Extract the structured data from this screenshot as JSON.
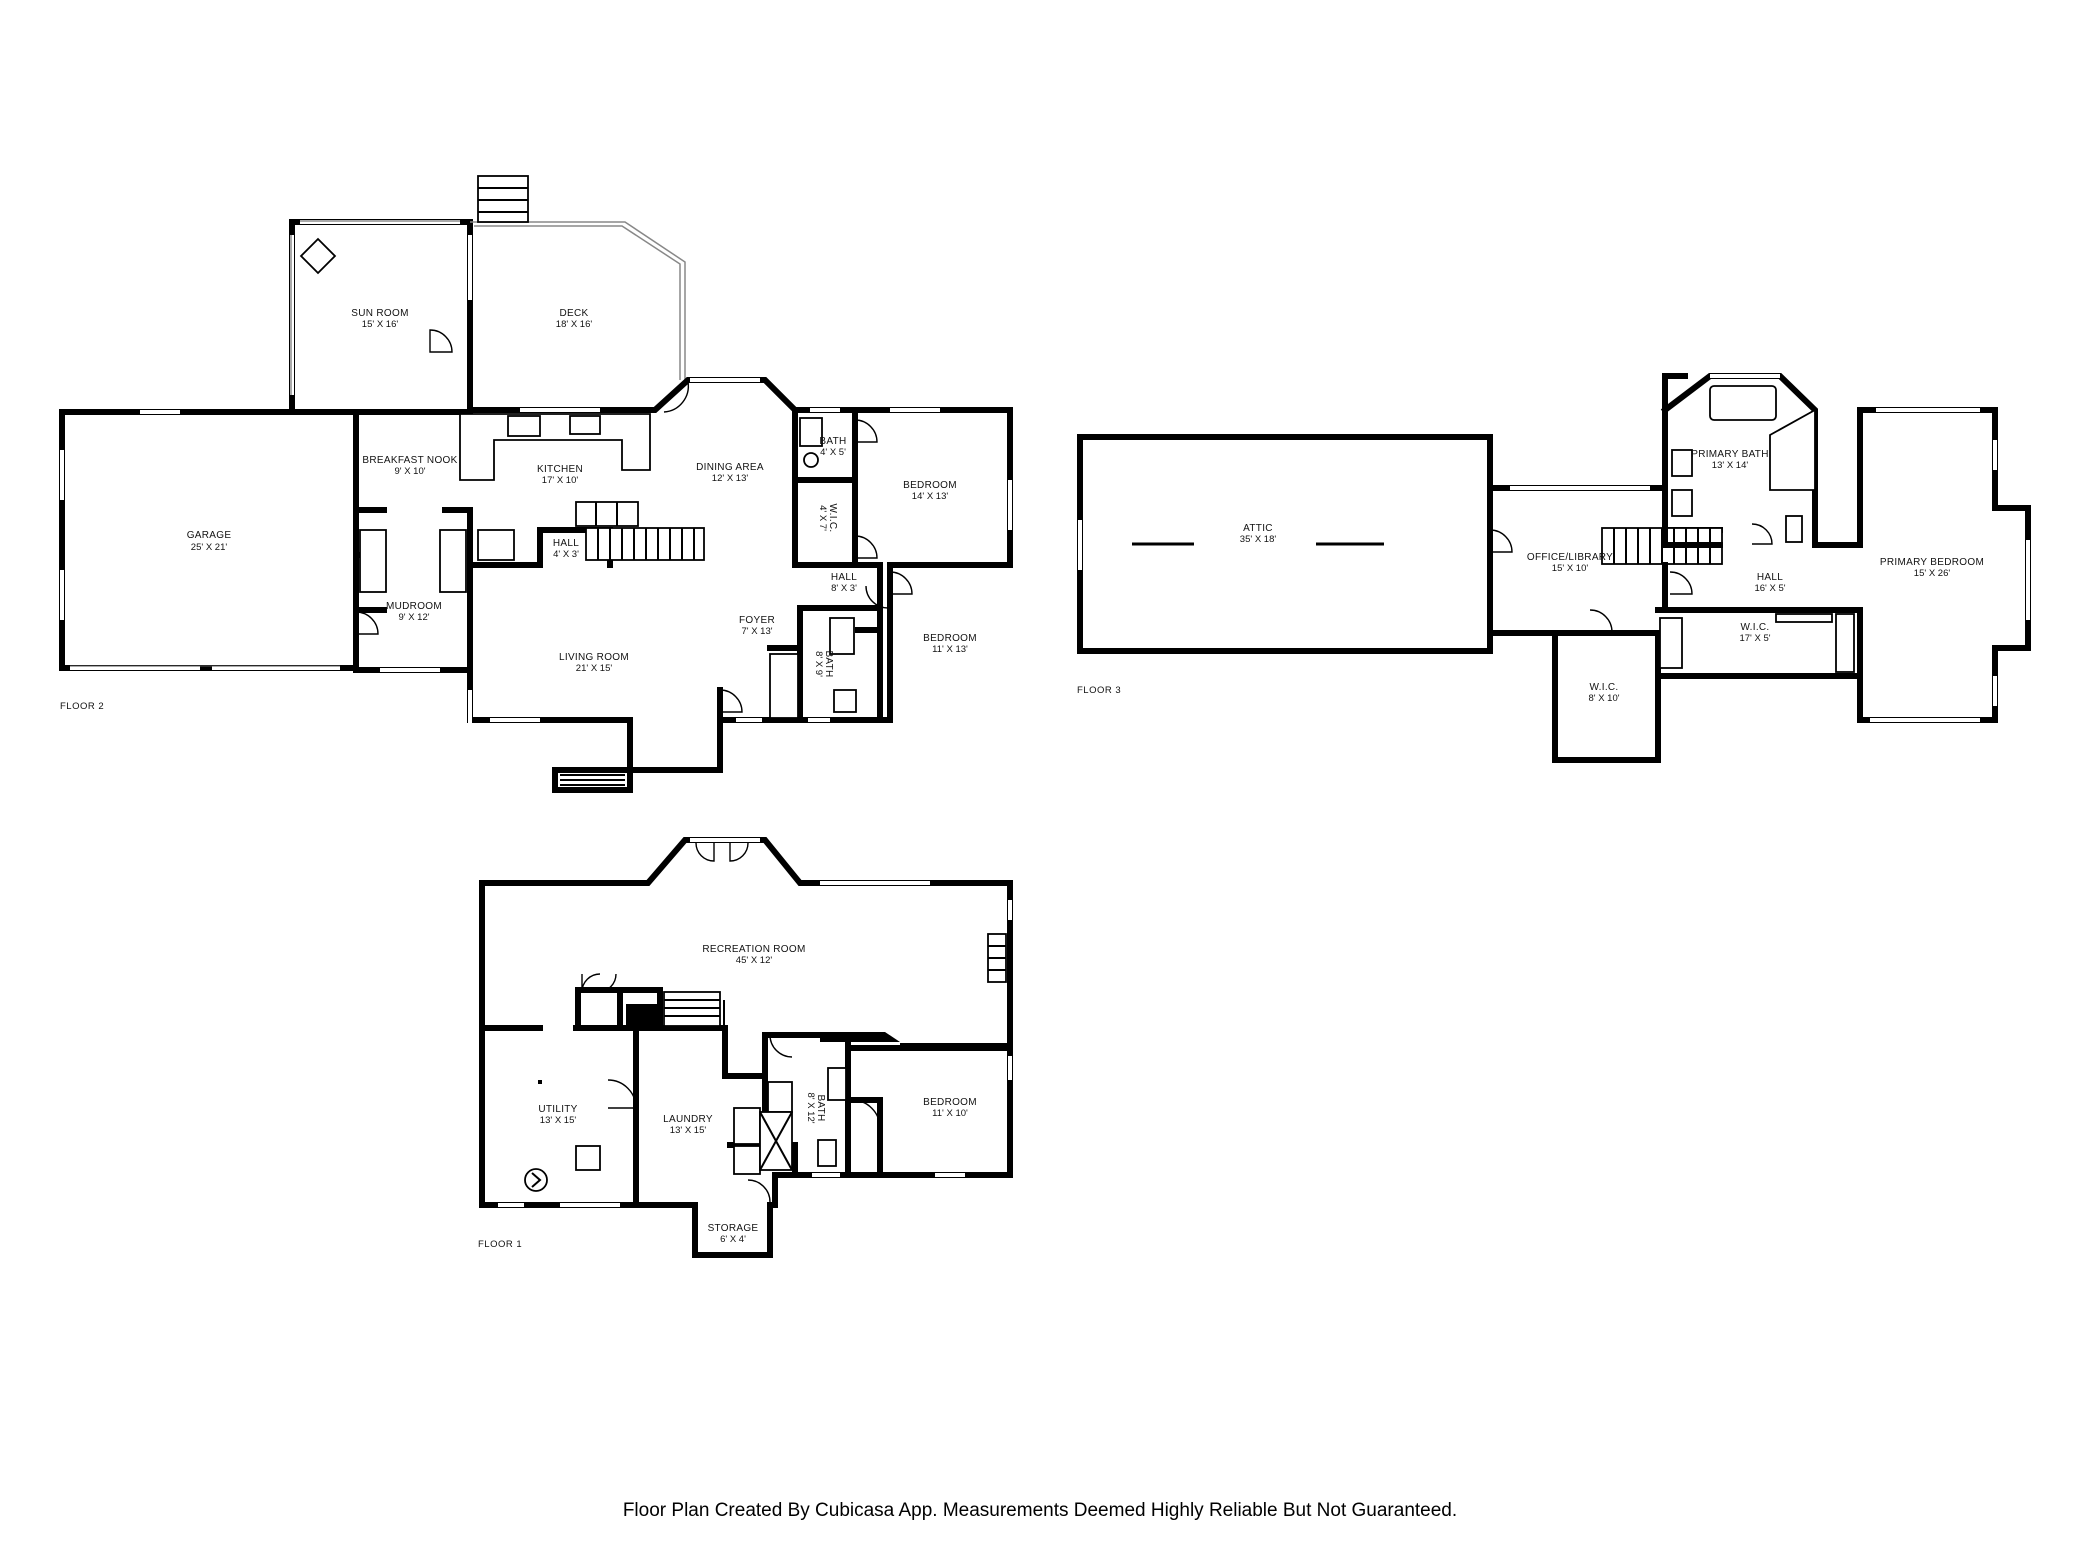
{
  "floors": {
    "floor2": {
      "label": "FLOOR 2",
      "rooms": {
        "garage": {
          "name": "GARAGE",
          "dim": "25' X 21'"
        },
        "sun_room": {
          "name": "SUN ROOM",
          "dim": "15' X 16'"
        },
        "deck": {
          "name": "DECK",
          "dim": "18' X 16'"
        },
        "breakfast_nook": {
          "name": "BREAKFAST NOOK",
          "dim": "9' X 10'"
        },
        "kitchen": {
          "name": "KITCHEN",
          "dim": "17' X 10'"
        },
        "dining_area": {
          "name": "DINING AREA",
          "dim": "12' X 13'"
        },
        "bath_small": {
          "name": "BATH",
          "dim": "4' X 5'"
        },
        "wic": {
          "name": "W.I.C.",
          "dim": "4' X 7'"
        },
        "bedroom_a": {
          "name": "BEDROOM",
          "dim": "14' X 13'"
        },
        "hall_a": {
          "name": "HALL",
          "dim": "4' X 3'"
        },
        "mudroom": {
          "name": "MUDROOM",
          "dim": "9' X 12'"
        },
        "hall_b": {
          "name": "HALL",
          "dim": "8' X 3'"
        },
        "foyer": {
          "name": "FOYER",
          "dim": "7' X 13'"
        },
        "bath_b": {
          "name": "BATH",
          "dim": "8' X 9'"
        },
        "bedroom_b": {
          "name": "BEDROOM",
          "dim": "11' X 13'"
        },
        "living_room": {
          "name": "LIVING ROOM",
          "dim": "21' X 15'"
        }
      }
    },
    "floor3": {
      "label": "FLOOR 3",
      "rooms": {
        "attic": {
          "name": "ATTIC",
          "dim": "35' X 18'"
        },
        "office": {
          "name": "OFFICE/LIBRARY",
          "dim": "15' X 10'"
        },
        "primary_bath": {
          "name": "PRIMARY BATH",
          "dim": "13' X 14'"
        },
        "hall": {
          "name": "HALL",
          "dim": "16' X 5'"
        },
        "wic_a": {
          "name": "W.I.C.",
          "dim": "17' X 5'"
        },
        "wic_b": {
          "name": "W.I.C.",
          "dim": "8' X 10'"
        },
        "primary_bedroom": {
          "name": "PRIMARY BEDROOM",
          "dim": "15' X 26'"
        }
      }
    },
    "floor1": {
      "label": "FLOOR 1",
      "rooms": {
        "recreation": {
          "name": "RECREATION ROOM",
          "dim": "45' X 12'"
        },
        "utility": {
          "name": "UTILITY",
          "dim": "13' X 15'"
        },
        "laundry": {
          "name": "LAUNDRY",
          "dim": "13' X 15'"
        },
        "bath": {
          "name": "BATH",
          "dim": "8' X 12'"
        },
        "bedroom": {
          "name": "BEDROOM",
          "dim": "11' X 10'"
        },
        "storage": {
          "name": "STORAGE",
          "dim": "6' X 4'"
        }
      }
    }
  },
  "disclaimer": "Floor Plan Created By Cubicasa App. Measurements Deemed Highly Reliable But Not Guaranteed."
}
